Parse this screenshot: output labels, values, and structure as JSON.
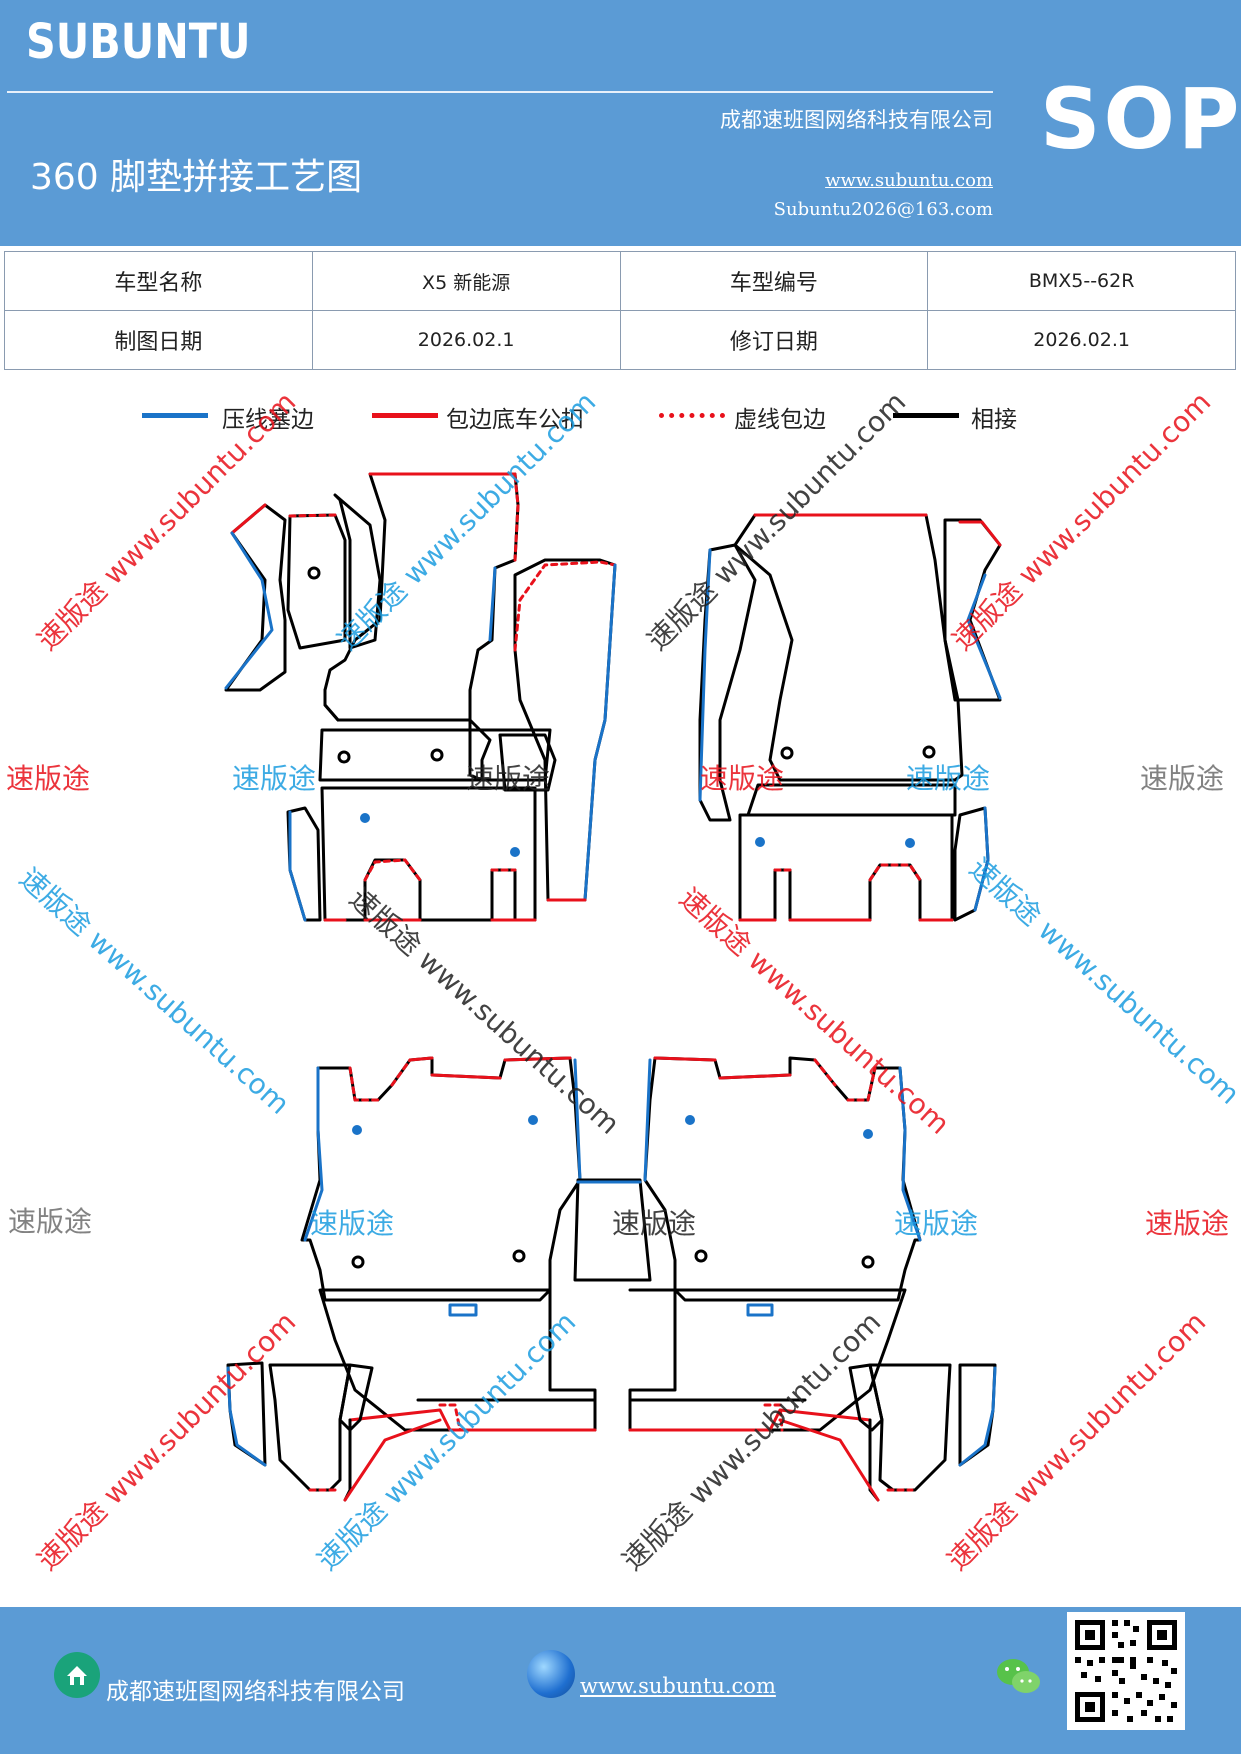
{
  "header": {
    "brand": "SUBUNTU",
    "company": "成都速班图网络科技有限公司",
    "title": "360 脚垫拼接工艺图",
    "website": "www.subuntu.com",
    "email": "Subuntu2026@163.com",
    "badge": "SOP"
  },
  "info_table": {
    "row1": {
      "label1": "车型名称",
      "value1": "X5 新能源",
      "label2": "车型编号",
      "value2": "BMX5--62R"
    },
    "row2": {
      "label1": "制图日期",
      "value1": "2026.02.1",
      "label2": "修订日期",
      "value2": "2026.02.1"
    }
  },
  "legend": [
    {
      "label": "压线塞边",
      "color": "#1a73c8",
      "style": "solid"
    },
    {
      "label": "包边底车公扣",
      "color": "#e8111b",
      "style": "solid"
    },
    {
      "label": "虚线包边",
      "color": "#e8111b",
      "style": "dashed"
    },
    {
      "label": "相接",
      "color": "#000000",
      "style": "solid"
    }
  ],
  "watermarks": {
    "brand": "速版途",
    "url_line": "速版途 www.subuntu.com",
    "url": "www.subuntu.com"
  },
  "footer": {
    "company": "成都速班图网络科技有限公司",
    "website": "www.subuntu.com",
    "icons": [
      "home-icon",
      "globe-icon",
      "wechat-icon",
      "qr-code"
    ]
  },
  "colors": {
    "header_bg": "#5b9bd5",
    "blue_edge": "#1a73c8",
    "red_edge": "#e8111b",
    "black_edge": "#000000"
  }
}
